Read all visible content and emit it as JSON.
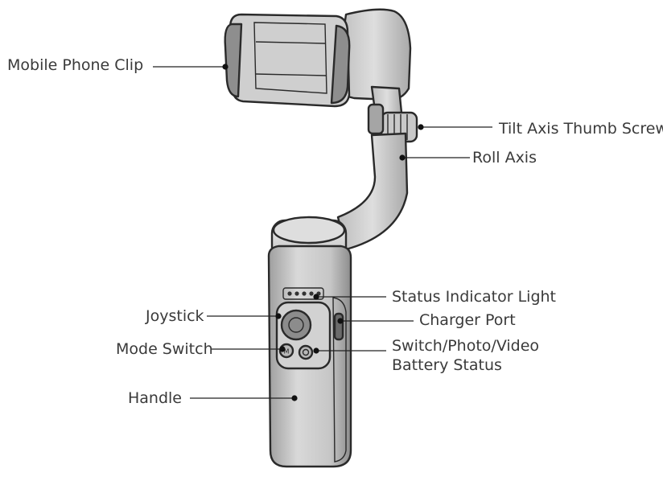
{
  "callouts": {
    "mobile_phone_clip": "Mobile Phone Clip",
    "tilt_axis_thumb_screw": "Tilt Axis Thumb Screw",
    "roll_axis": "Roll Axis",
    "status_indicator_light": "Status Indicator Light",
    "charger_port": "Charger Port",
    "joystick": "Joystick",
    "mode_switch": "Mode Switch",
    "switch_photo_video": "Switch/Photo/Video",
    "battery_status": "Battery Status",
    "handle": "Handle"
  },
  "mode_button_text": "M"
}
